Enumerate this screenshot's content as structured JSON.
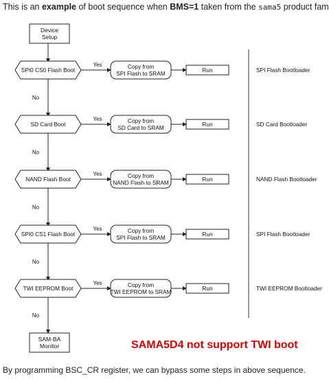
{
  "intro": {
    "prefix": "This is an ",
    "bold1": "example",
    "mid": " of boot sequence when ",
    "bold2": "BMS=1",
    "mid2": " taken from the ",
    "code": "sama5",
    "suffix": " product family:"
  },
  "diagram": {
    "start": [
      "Device",
      "Setup"
    ],
    "end": [
      "SAM-BA",
      "Monitor"
    ],
    "yes_label": "Yes",
    "no_label": "No",
    "run_label": "Run",
    "steps": [
      {
        "decision": "SPI0 CS0 Flash Boot",
        "copy": [
          "Copy from",
          "SPI Flash to SRAM"
        ],
        "bootloader": "SPI Flash Bootloader"
      },
      {
        "decision": "SD Card Boot",
        "copy": [
          "Copy from",
          "SD Card to SRAM"
        ],
        "bootloader": "SD Card Bootloader"
      },
      {
        "decision": "NAND Flash Boot",
        "copy": [
          "Copy from",
          "NAND Flash to SRAM"
        ],
        "bootloader": "NAND Flash Bootloader"
      },
      {
        "decision": "SPI0 CS1 Flash Boot",
        "copy": [
          "Copy from",
          "SPI Flash to SRAM"
        ],
        "bootloader": "SPI Flash Bootloader"
      },
      {
        "decision": "TWI EEPROM Boot",
        "copy": [
          "Copy from",
          "TWI EEPROM to SRAM"
        ],
        "bootloader": "TWI EEPROM Bootloader"
      }
    ]
  },
  "annotation": "SAMA5D4 not support TWI boot",
  "outro": "By programming BSC_CR register, we can bypass some steps in above sequence."
}
